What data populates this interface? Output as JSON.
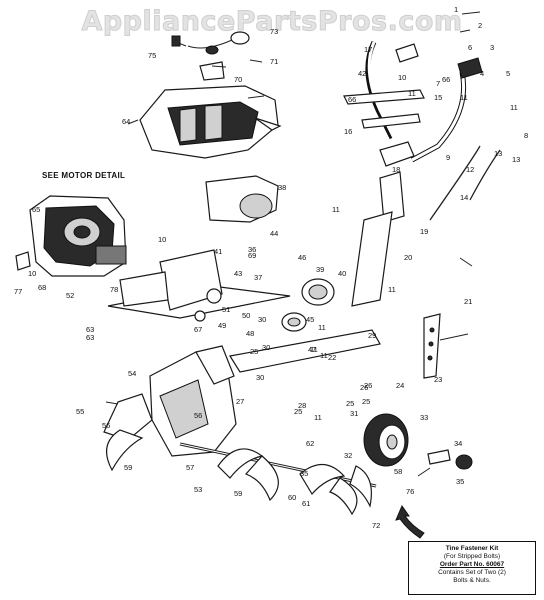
{
  "watermark": "AppliancePartsPros.com",
  "motor_detail_label": "SEE MOTOR DETAIL",
  "tine_kit": {
    "line1": "Tine Fastener Kit",
    "line2": "(For Stripped Bolts)",
    "line3": "Order Part No. 60067",
    "line4": "Contains Set of Two (2)",
    "line5": "Bolts & Nuts."
  },
  "callouts": [
    "1",
    "2",
    "3",
    "4",
    "5",
    "6",
    "7",
    "8",
    "9",
    "10",
    "11",
    "12",
    "13",
    "14",
    "15",
    "16",
    "17",
    "18",
    "19",
    "20",
    "21",
    "22",
    "23",
    "24",
    "25",
    "26",
    "27",
    "28",
    "29",
    "30",
    "31",
    "32",
    "33",
    "34",
    "35",
    "36",
    "37",
    "38",
    "39",
    "40",
    "41",
    "42",
    "43",
    "44",
    "45",
    "46",
    "47",
    "48",
    "49",
    "50",
    "51",
    "52",
    "53",
    "54",
    "55",
    "56",
    "57",
    "58",
    "59",
    "60",
    "61",
    "62",
    "63",
    "64",
    "65",
    "66",
    "67",
    "68",
    "69",
    "70",
    "71",
    "72",
    "73",
    "75",
    "76",
    "77",
    "78",
    "11",
    "11",
    "11",
    "11",
    "11",
    "11",
    "11",
    "11",
    "10",
    "10",
    "13",
    "26",
    "25",
    "25",
    "25",
    "56",
    "30",
    "30",
    "35",
    "59",
    "63",
    "66"
  ]
}
